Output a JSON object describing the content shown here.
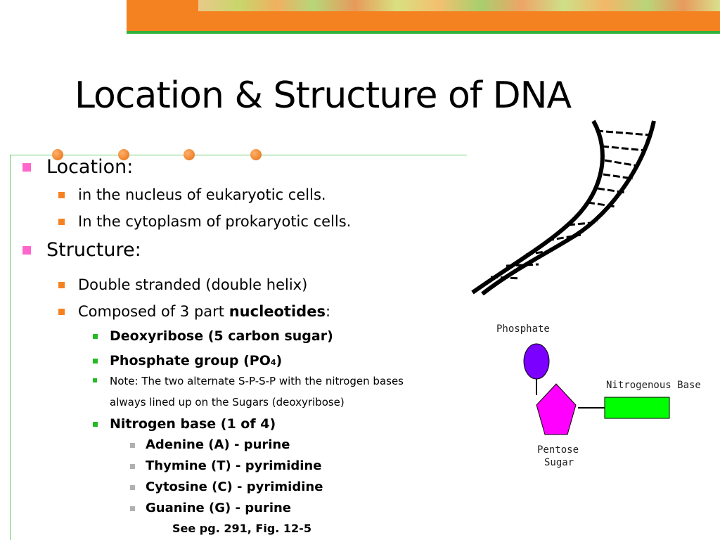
{
  "title": "Location & Structure of DNA",
  "bullets": {
    "location": "Location:",
    "nucleus": "in the nucleus of eukaryotic cells.",
    "cytoplasm": "In the cytoplasm of prokaryotic cells.",
    "structure": "Structure:",
    "double": "Double stranded (double helix)",
    "composed_prefix": "Composed of 3 part ",
    "composed_bold": "nucleotides",
    "composed_suffix": ":",
    "deoxyribose": "Deoxyribose (5 carbon sugar)",
    "phosphate_prefix": "Phosphate group (PO",
    "phosphate_sub": "4",
    "phosphate_suffix": ")",
    "note_line1": "Note: The two alternate S-P-S-P with the nitrogen bases",
    "note_line2": "always lined up on the Sugars (deoxyribose)",
    "nitrogen": "Nitrogen base (1 of 4)",
    "adenine": "Adenine (A) - purine",
    "thymine": "Thymine (T) - pyrimidine",
    "cytosine": "Cytosine (C) - pyrimidine",
    "guanine": "Guanine (G) - purine",
    "see": "See pg. 291, Fig. 12-5"
  },
  "diagram": {
    "phosphate_label": "Phosphate",
    "base_label": "Nitrogenous Base",
    "sugar_label_1": "Pentose",
    "sugar_label_2": "Sugar",
    "phosphate_color": "#7b00ff",
    "sugar_color": "#ff00ff",
    "base_color": "#00ff00"
  },
  "colors": {
    "banner": "#f58220",
    "banner_line": "#2fb13a",
    "bullet_l1": "#ff66cc",
    "bullet_l2": "#f58220",
    "bullet_l3": "#22bb22",
    "bullet_l4": "#b0b0b0"
  }
}
